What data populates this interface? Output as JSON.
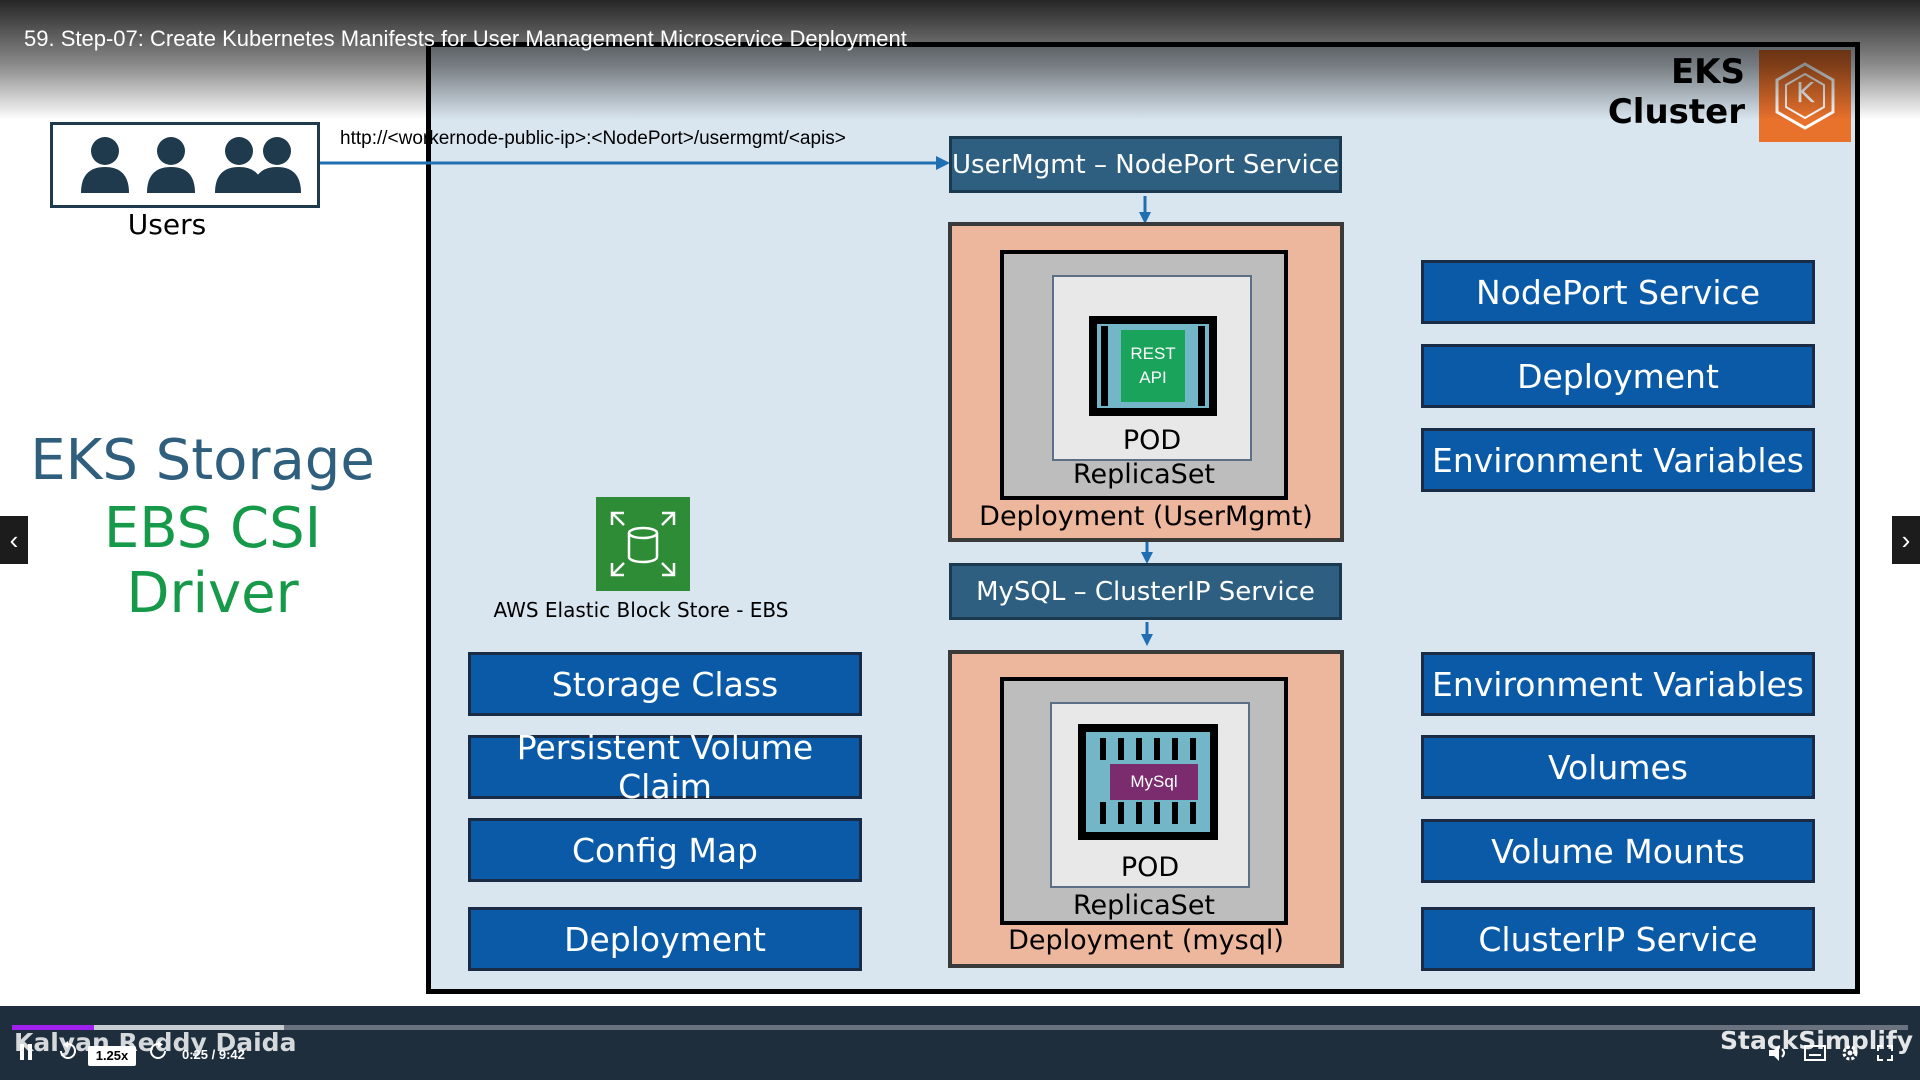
{
  "lecture_title": "59. Step-07: Create Kubernetes Manifests for User Management Microservice Deployment",
  "users": {
    "label": "Users"
  },
  "left_title": {
    "line1": "EKS Storage",
    "line2": "EBS CSI Driver"
  },
  "cluster": {
    "title": "EKS Cluster",
    "logo_icon": "kubernetes-logo",
    "logo_letter": "K"
  },
  "url": "http://<workernode-public-ip>:<NodePort>/usermgmt/<apis>",
  "usermgmt": {
    "service": "UserMgmt – NodePort Service",
    "container_line1": "REST",
    "container_line2": "API",
    "pod": "POD",
    "replicaset": "ReplicaSet",
    "deployment": "Deployment (UserMgmt)"
  },
  "mysql": {
    "service": "MySQL – ClusterIP Service",
    "container": "MySql",
    "pod": "POD",
    "replicaset": "ReplicaSet",
    "deployment": "Deployment (mysql)"
  },
  "ebs": {
    "label": "AWS Elastic Block Store - EBS",
    "icon": "ebs-volume-icon"
  },
  "left_buttons": [
    "Storage Class",
    "Persistent Volume Claim",
    "Config Map",
    "Deployment"
  ],
  "right_buttons_top": [
    "NodePort Service",
    "Deployment",
    "Environment Variables"
  ],
  "right_buttons_bottom": [
    "Environment Variables",
    "Volumes",
    "Volume Mounts",
    "ClusterIP Service"
  ],
  "nav": {
    "prev": "‹",
    "next": "›"
  },
  "player": {
    "watermark_left": "Kalyan Reddy Daida",
    "watermark_right": "StackSimplify",
    "speed": "1.25x",
    "time": "0:25 / 9:42",
    "progress_fraction": 0.043
  },
  "colors": {
    "cluster_bg": "#d9e5ef",
    "service_blue": "#2e5f80",
    "button_blue": "#0a5aa8",
    "deployment_salmon": "#edb79e",
    "title_green": "#169a4a",
    "title_blue": "#2f5f7d",
    "aws_orange": "#e8712c",
    "progress_purple": "#a020f0"
  }
}
